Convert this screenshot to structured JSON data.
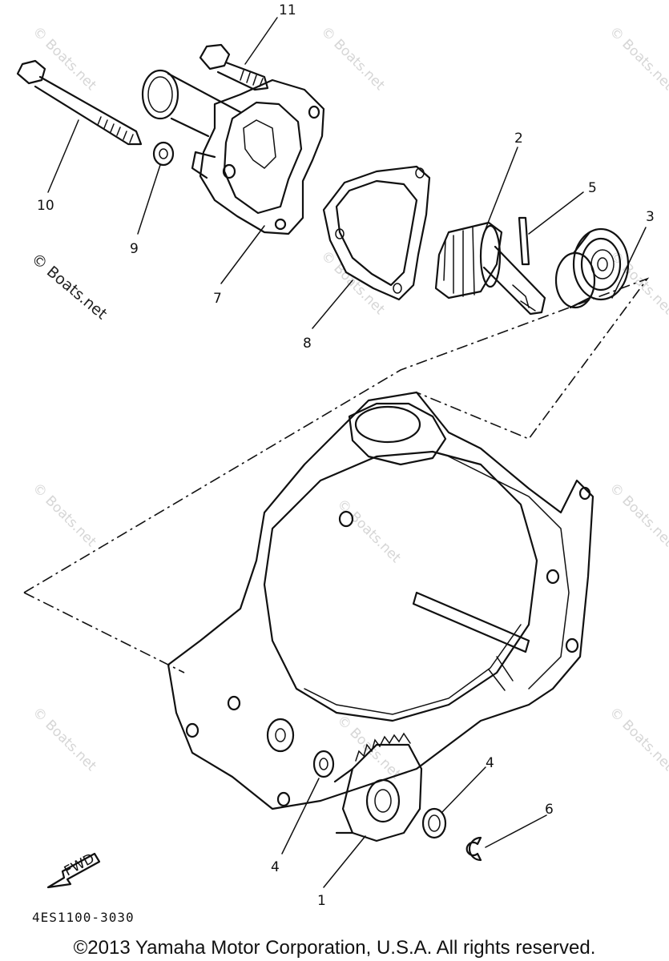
{
  "diagram": {
    "callouts": [
      "11",
      "10",
      "9",
      "7",
      "8",
      "2",
      "5",
      "3",
      "4",
      "4",
      "6",
      "1"
    ],
    "fwd_label": "FWD",
    "doc_code": "4ES1100-3030",
    "watermark": "© Boats.net",
    "copyright": "©2013 Yamaha Motor Corporation, U.S.A. All rights reserved."
  }
}
